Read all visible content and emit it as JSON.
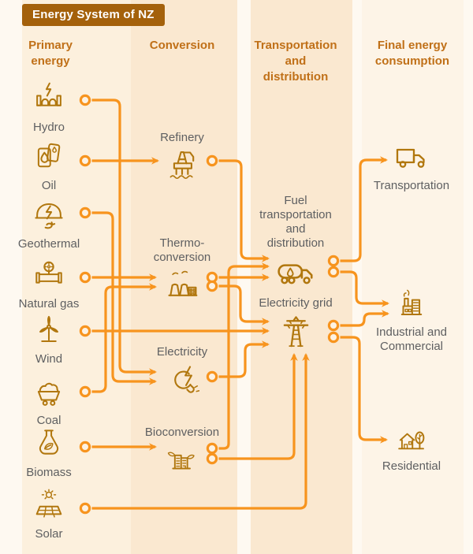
{
  "title": "Energy System of NZ",
  "columns": [
    {
      "id": "primary",
      "label": "Primary\nenergy"
    },
    {
      "id": "conversion",
      "label": "Conversion"
    },
    {
      "id": "transport",
      "label": "Transportation\nand\ndistribution"
    },
    {
      "id": "final",
      "label": "Final energy\nconsumption"
    }
  ],
  "nodes": {
    "hydro": {
      "label": "Hydro"
    },
    "oil": {
      "label": "Oil"
    },
    "geothermal": {
      "label": "Geothermal"
    },
    "natural_gas": {
      "label": "Natural gas"
    },
    "wind": {
      "label": "Wind"
    },
    "coal": {
      "label": "Coal"
    },
    "biomass": {
      "label": "Biomass"
    },
    "solar": {
      "label": "Solar"
    },
    "refinery": {
      "label": "Refinery"
    },
    "thermo": {
      "label": "Thermo-\nconversion"
    },
    "electricity": {
      "label": "Electricity"
    },
    "bioconversion": {
      "label": "Bioconversion"
    },
    "fuel_transport": {
      "label": "Fuel\ntransportation\nand\ndistribution"
    },
    "grid": {
      "label": "Electricity grid"
    },
    "transportation": {
      "label": "Transportation"
    },
    "industrial": {
      "label": "Industrial and\nCommercial"
    },
    "residential": {
      "label": "Residential"
    }
  },
  "edges": [
    {
      "from": "hydro",
      "to": "electricity"
    },
    {
      "from": "oil",
      "to": "refinery"
    },
    {
      "from": "geothermal",
      "to": "electricity"
    },
    {
      "from": "natural_gas",
      "to": "thermo"
    },
    {
      "from": "wind",
      "to": "grid"
    },
    {
      "from": "coal",
      "to": "thermo"
    },
    {
      "from": "biomass",
      "to": "bioconversion"
    },
    {
      "from": "solar",
      "to": "grid"
    },
    {
      "from": "refinery",
      "to": "fuel_transport"
    },
    {
      "from": "thermo",
      "to": "fuel_transport"
    },
    {
      "from": "thermo",
      "to": "grid"
    },
    {
      "from": "electricity",
      "to": "grid"
    },
    {
      "from": "bioconversion",
      "to": "fuel_transport"
    },
    {
      "from": "bioconversion",
      "to": "grid"
    },
    {
      "from": "fuel_transport",
      "to": "transportation"
    },
    {
      "from": "fuel_transport",
      "to": "industrial"
    },
    {
      "from": "grid",
      "to": "industrial"
    },
    {
      "from": "grid",
      "to": "residential"
    }
  ],
  "colors": {
    "line": "#F7941E",
    "icon": "#B1770E",
    "label": "#5E5F61",
    "header": "#C07018",
    "title_bg": "#A4610B",
    "title_text": "#FFFFFF",
    "circle_fill": "#FDF2E2"
  }
}
